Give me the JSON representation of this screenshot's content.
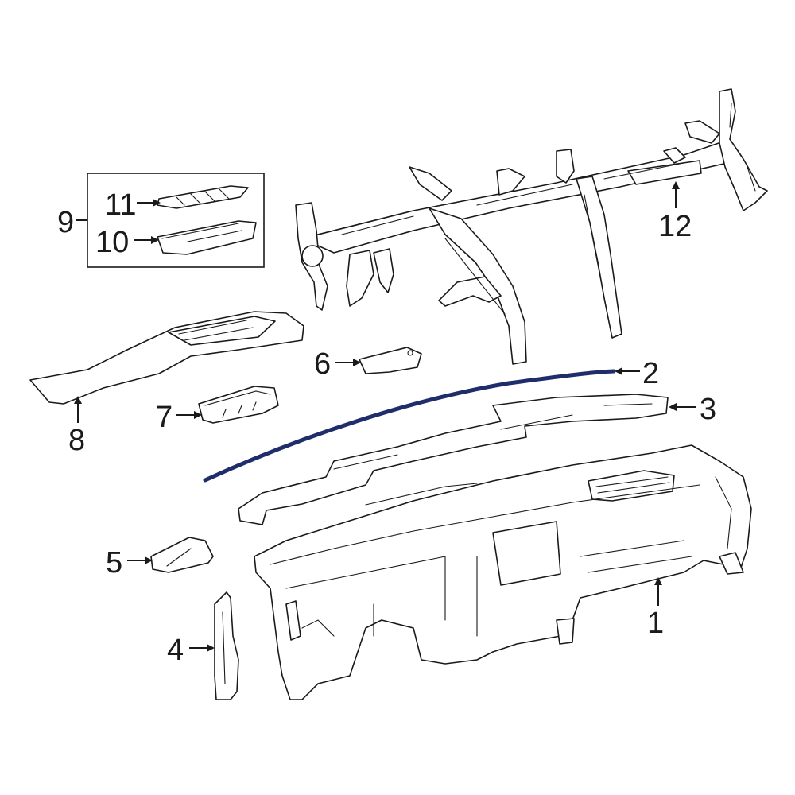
{
  "diagram": {
    "callouts": [
      {
        "id": "1",
        "label": "1"
      },
      {
        "id": "2",
        "label": "2"
      },
      {
        "id": "3",
        "label": "3"
      },
      {
        "id": "4",
        "label": "4"
      },
      {
        "id": "5",
        "label": "5"
      },
      {
        "id": "6",
        "label": "6"
      },
      {
        "id": "7",
        "label": "7"
      },
      {
        "id": "8",
        "label": "8"
      },
      {
        "id": "9",
        "label": "9"
      },
      {
        "id": "10",
        "label": "10"
      },
      {
        "id": "11",
        "label": "11"
      },
      {
        "id": "12",
        "label": "12"
      }
    ],
    "colors": {
      "line": "#1a1a1a",
      "seal_strip": "#1f2d6b",
      "background": "#ffffff"
    }
  }
}
